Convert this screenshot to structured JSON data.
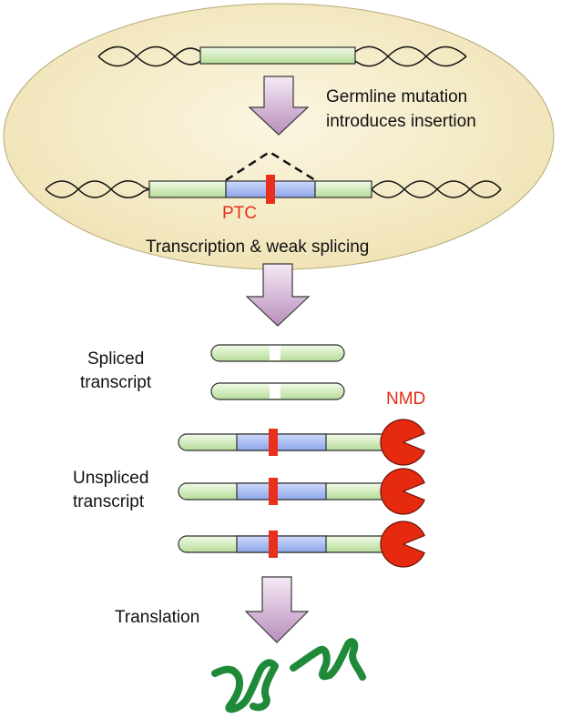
{
  "labels": {
    "germline_line1": "Germline mutation",
    "germline_line2": "introduces insertion",
    "ptc": "PTC",
    "transcription": "Transcription & weak splicing",
    "spliced_line1": "Spliced",
    "spliced_line2": "transcript",
    "nmd": "NMD",
    "unspliced_line1": "Unspliced",
    "unspliced_line2": "transcript",
    "translation": "Translation"
  },
  "colors": {
    "ellipse_fill": "#f6edcc",
    "exon_green": "#c8e6b0",
    "insert_blue": "#9db3ee",
    "ptc_red": "#e8301c",
    "nmd_red": "#e52a10",
    "arrow_purple": "#c9a5cc",
    "protein_green": "#1f8a3a",
    "dna_line": "#111111"
  },
  "icons": {
    "nmd_complex": "pacman-shape",
    "protein": "squiggle-protein",
    "arrow": "down-arrow"
  }
}
